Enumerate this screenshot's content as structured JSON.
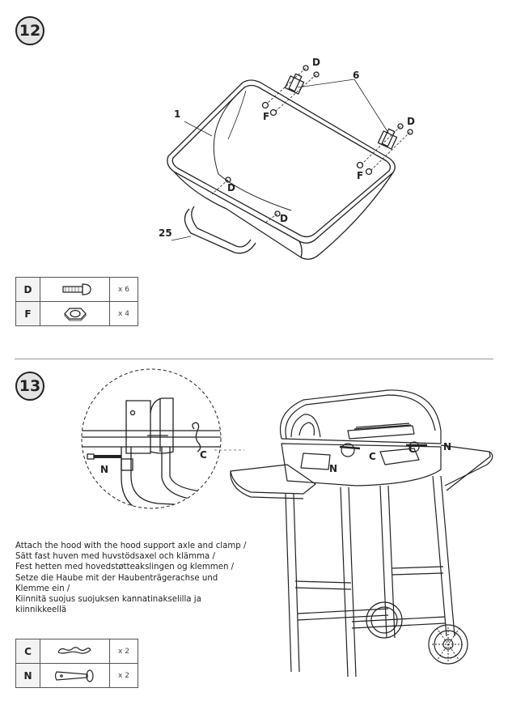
{
  "steps": [
    {
      "number": "12",
      "callouts": {
        "tray": "1",
        "hinge": "6",
        "handle": "25",
        "screw": "D",
        "nut": "F"
      },
      "parts": [
        {
          "code": "D",
          "icon": "bolt-icon",
          "qty": "x 6"
        },
        {
          "code": "F",
          "icon": "hex-nut-icon",
          "qty": "x 4"
        }
      ]
    },
    {
      "number": "13",
      "callouts": {
        "axle": "N",
        "clamp": "C"
      },
      "instructions": [
        "Attach the hood with the hood support axle and clamp /",
        "Sätt fast huven med huvstödsaxel och klämma /",
        "Fest hetten med hovedstøtteakslingen og klemmen /",
        "Setze die Haube mit der Haubenträgerachse und",
        "Klemme ein /",
        "Kiinnitä suojus suojuksen kannatinakselilla ja",
        "kiinnikkeellä"
      ],
      "parts": [
        {
          "code": "C",
          "icon": "clip-pin-icon",
          "qty": "x 2"
        },
        {
          "code": "N",
          "icon": "axle-pin-icon",
          "qty": "x 2"
        }
      ]
    }
  ]
}
